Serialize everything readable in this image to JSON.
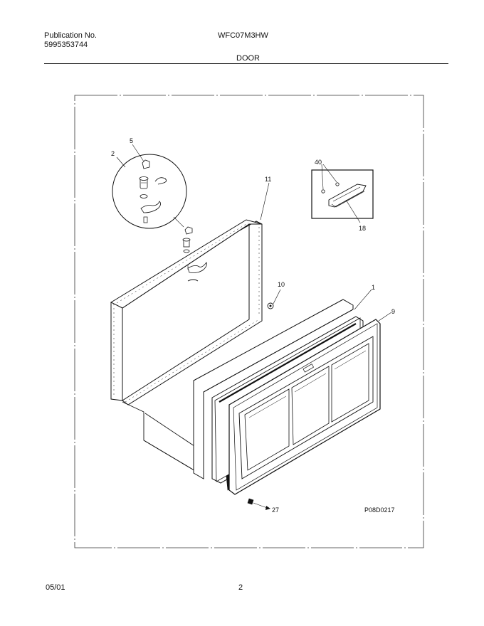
{
  "header": {
    "publication_label": "Publication No.",
    "publication_number": "5995353744",
    "model": "WFC07M3HW",
    "section": "DOOR"
  },
  "diagram": {
    "callouts": {
      "c2": "2",
      "c5": "5",
      "c11": "11",
      "c40": "40",
      "c18": "18",
      "c10": "10",
      "c1": "1",
      "c9": "9",
      "c27": "27"
    },
    "drawing_code": "P08D0217"
  },
  "footer": {
    "date": "05/01",
    "page": "2"
  }
}
